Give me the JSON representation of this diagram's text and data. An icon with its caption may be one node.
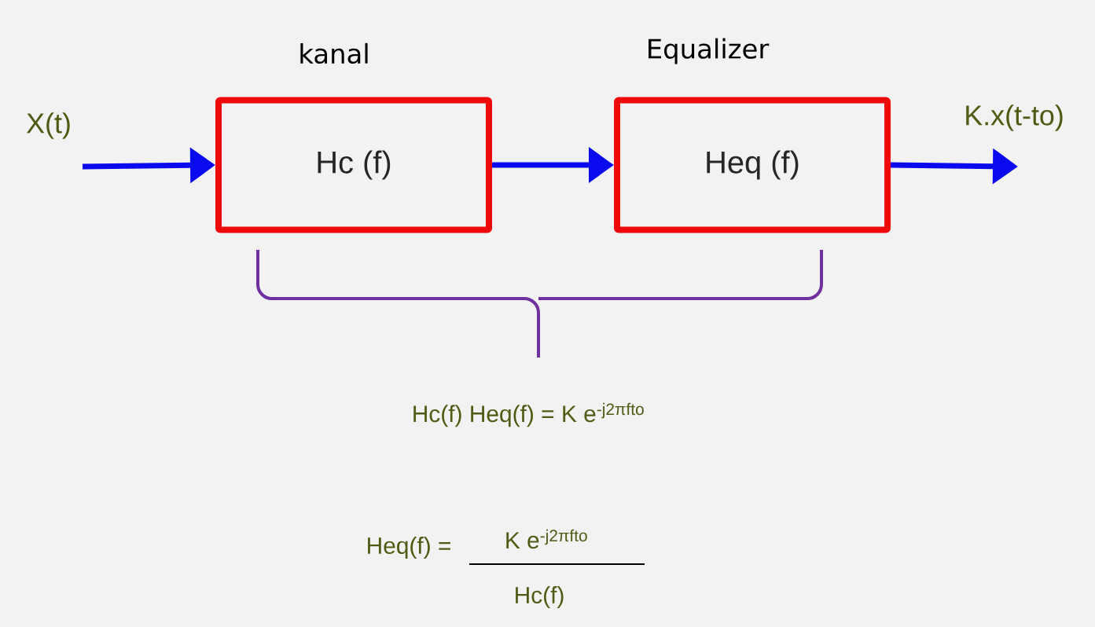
{
  "diagram": {
    "nodes": [
      {
        "text": [
          "kanal",
          "Hc (f)"
        ]
      },
      {
        "text": [
          "Equalizer",
          "Heq (f)"
        ]
      }
    ],
    "edges": [
      {
        "from": null,
        "to": 0,
        "arrow": "to",
        "label": "X(t)"
      },
      {
        "from": 0,
        "to": 1,
        "arrow": "to"
      },
      {
        "from": 1,
        "to": null,
        "arrow": "to",
        "label": "K.x(t-to)"
      }
    ],
    "labels": [
      "Hc(f) Heq(f) = K e$^{-j2πfto}$",
      "Heq(f) =",
      "K e$^{-j2πfto}$",
      "Hc(f)"
    ]
  }
}
